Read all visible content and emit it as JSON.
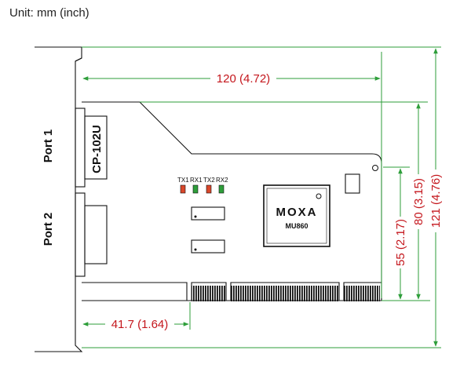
{
  "unit_label": "Unit: mm (inch)",
  "dimensions": {
    "width_top": "120 (4.72)",
    "bottom_offset": "41.7 (1.64)",
    "height_55": "55 (2.17)",
    "height_80": "80 (3.15)",
    "height_121": "121 (4.76)"
  },
  "ports": {
    "port1": "Port 1",
    "port2": "Port 2"
  },
  "board_label": "CP-102U",
  "chip": {
    "brand": "MOXA",
    "model": "MU860"
  },
  "leds": [
    "TX1",
    "RX1",
    "TX2",
    "RX2"
  ],
  "colors": {
    "dimension_line": "#2e9e3a",
    "dimension_text": "#c4161c",
    "led_red": "#d9472b",
    "led_green": "#2e9e3a"
  }
}
